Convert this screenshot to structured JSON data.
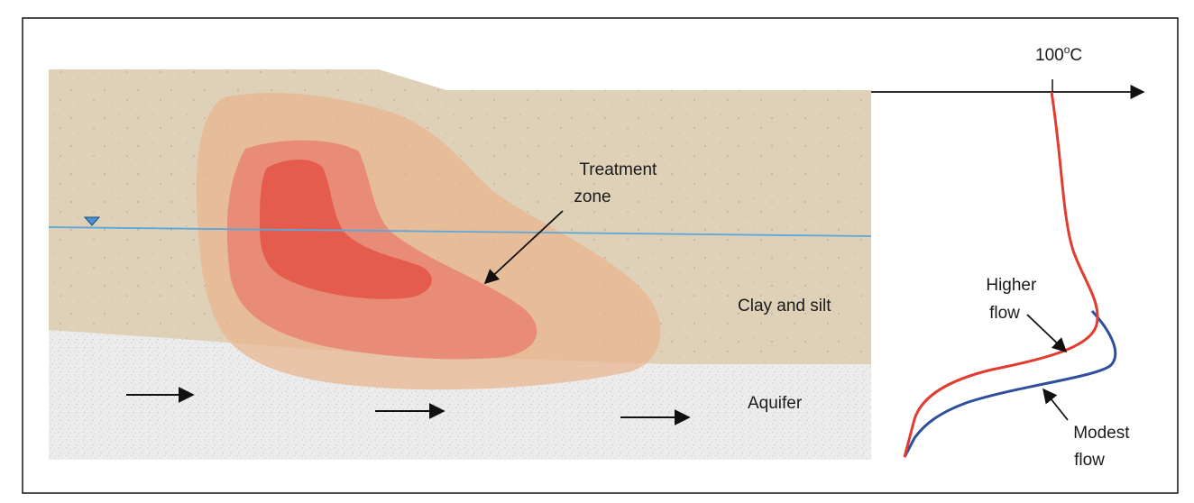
{
  "labels": {
    "treatment_zone_line1": "Treatment",
    "treatment_zone_line2": "zone",
    "clay_and_silt": "Clay and silt",
    "aquifer": "Aquifer",
    "temperature_axis": "100",
    "temperature_unit_sup": "o",
    "temperature_unit_c": "C",
    "higher_flow_line1": "Higher",
    "higher_flow_line2": "flow",
    "modest_flow_line1": "Modest",
    "modest_flow_line2": "flow"
  },
  "colors": {
    "clay_layer": "#dfd0b8",
    "aquifer_layer": "#ebebeb",
    "heat_outer": "#e8b48c",
    "heat_middle": "#e8806e",
    "heat_inner": "#e4574a",
    "water_table": "#5aa8dc",
    "higher_flow_curve": "#e23b30",
    "modest_flow_curve": "#2f4f9c"
  }
}
